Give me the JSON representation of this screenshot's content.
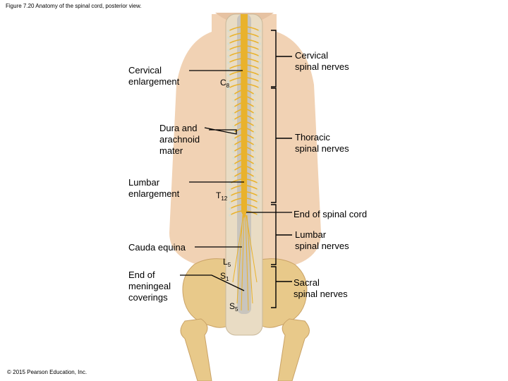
{
  "caption": "Figure 7.20 Anatomy of the spinal cord, posterior view.",
  "copyright": "© 2015 Pearson Education, Inc.",
  "labels": {
    "cervical_enlargement": "Cervical\nenlargement",
    "dura_arachnoid": "Dura and\narachnoid\nmater",
    "lumbar_enlargement": "Lumbar\nenlargement",
    "cauda_equina": "Cauda equina",
    "end_meningeal": "End of\nmeningeal\ncoverings",
    "cervical_nerves": "Cervical\nspinal nerves",
    "thoracic_nerves": "Thoracic\nspinal nerves",
    "end_spinal_cord": "End of spinal cord",
    "lumbar_nerves": "Lumbar\nspinal nerves",
    "sacral_nerves": "Sacral\nspinal nerves"
  },
  "segments": {
    "c8": {
      "letter": "C",
      "sub": "8"
    },
    "t12": {
      "letter": "T",
      "sub": "12"
    },
    "l5": {
      "letter": "L",
      "sub": "5"
    },
    "s1": {
      "letter": "S",
      "sub": "1"
    },
    "s5": {
      "letter": "S",
      "sub": "5"
    }
  },
  "colors": {
    "skin": "#f1d2b4",
    "bone": "#e8c98a",
    "nerve": "#e9b22c",
    "dura": "#c9c5bd"
  }
}
